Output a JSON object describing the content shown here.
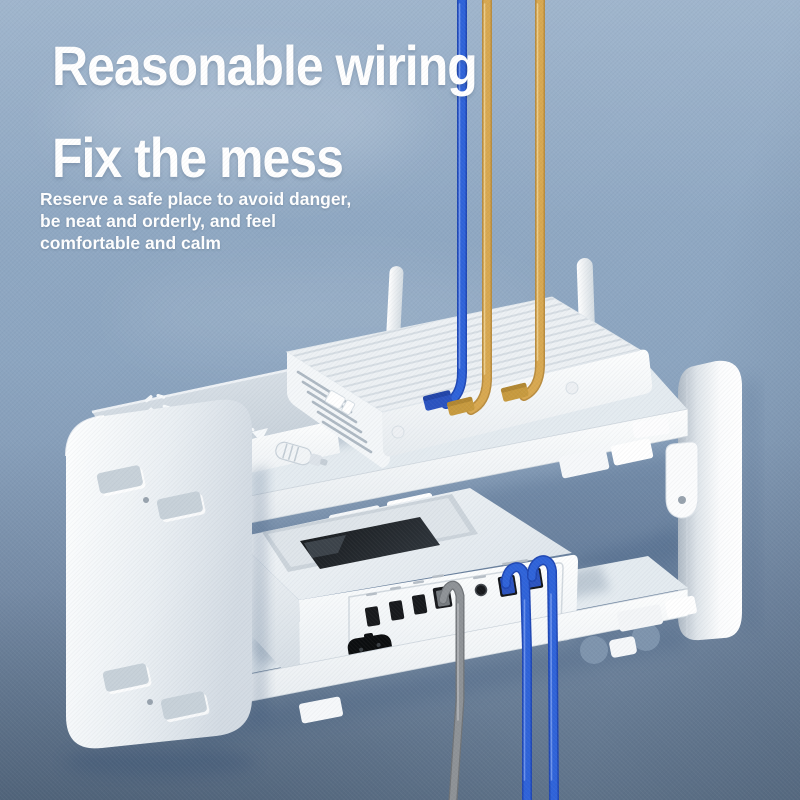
{
  "poster": {
    "title_line1": "Reasonable wiring",
    "title_line2": "Fix the mess",
    "description_lines": [
      "Reserve a safe place to avoid danger,",
      "be neat and orderly, and feel",
      "comfortable and calm"
    ]
  },
  "colors": {
    "wall": "#8CA5C0",
    "text": "#FFFFFF",
    "cable_blue": "#2F63D9",
    "cable_blue_dark": "#1F47B4",
    "cable_yellow": "#D8A850",
    "cable_yellow_dark": "#B98C3E",
    "cable_gray": "#8E9296",
    "cable_gray_dark": "#6F7377",
    "connector_blue": "#2B53C0",
    "connector_gold": "#C79A3E",
    "device_white": "#FDFDFE",
    "port_black": "#17191C"
  }
}
